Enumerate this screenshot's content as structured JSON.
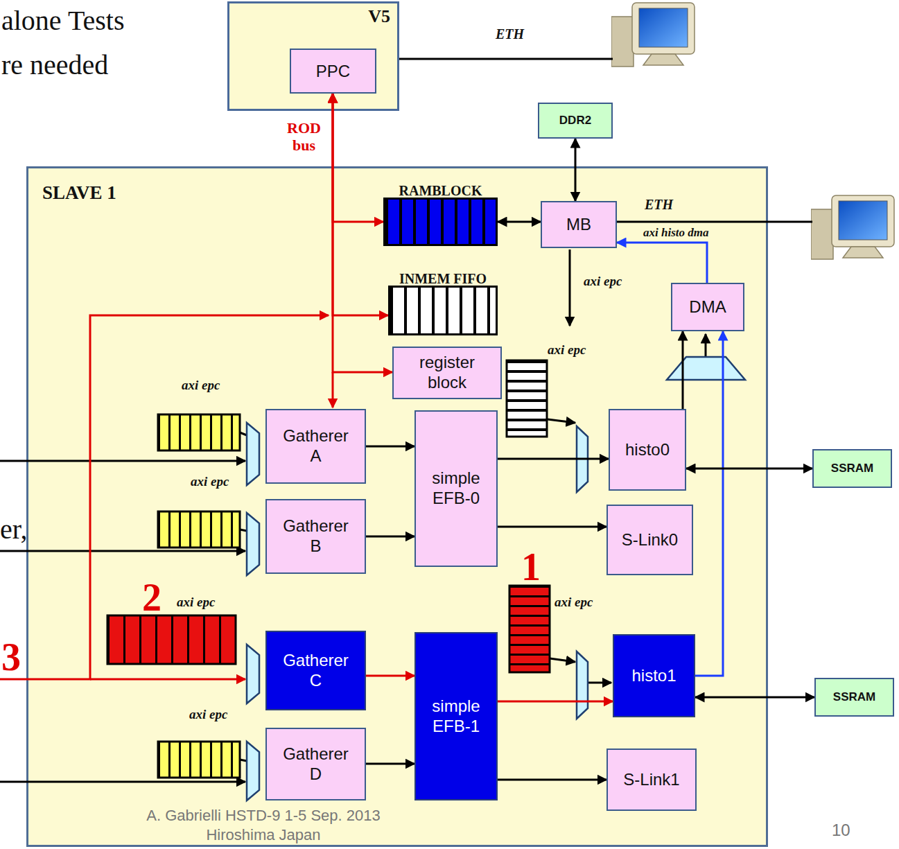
{
  "diagram": {
    "nodes": [
      {
        "text": [
          "V5"
        ]
      },
      {
        "text": [
          "PPC"
        ],
        "in": 0
      },
      {
        "text": [
          "DDR2"
        ]
      },
      {
        "text": [
          "SLAVE 1"
        ]
      },
      {
        "text": [
          "RAMBLOCK"
        ],
        "in": 3
      },
      {
        "text": [
          "MB"
        ],
        "in": 3
      },
      {
        "text": [
          "INMEM FIFO"
        ],
        "in": 3
      },
      {
        "text": [
          "DMA"
        ],
        "in": 3
      },
      {
        "text": [
          "register block"
        ],
        "in": 3
      },
      {
        "text": [
          "Gatherer A"
        ],
        "in": 3
      },
      {
        "text": [
          "simple EFB-0"
        ],
        "in": 3
      },
      {
        "text": [
          "histo0"
        ],
        "in": 3
      },
      {
        "text": [
          "Gatherer B"
        ],
        "in": 3
      },
      {
        "text": [
          "S-Link0"
        ],
        "in": 3
      },
      {
        "text": [
          "Gatherer C"
        ],
        "in": 3
      },
      {
        "text": [
          "simple EFB-1"
        ],
        "in": 3
      },
      {
        "text": [
          "histo1"
        ],
        "in": 3
      },
      {
        "text": [
          "Gatherer D"
        ],
        "in": 3
      },
      {
        "text": [
          "S-Link1"
        ],
        "in": 3
      },
      {
        "text": [
          "SSRAM"
        ]
      },
      {
        "text": [
          "SSRAM"
        ]
      }
    ],
    "edges": [
      {
        "from": 1,
        "to": 4,
        "arrow": "both"
      },
      {
        "from": 1,
        "to": 6,
        "arrow": "both"
      },
      {
        "from": 1,
        "to": 8,
        "arrow": "both"
      },
      {
        "from": 2,
        "to": 5,
        "arrow": "both"
      },
      {
        "from": 4,
        "to": 5,
        "arrow": "both"
      },
      {
        "from": 7,
        "to": 5,
        "label": "axi histo dma",
        "arrow": "to"
      },
      {
        "from": 9,
        "to": 10,
        "arrow": "to"
      },
      {
        "from": 12,
        "to": 10,
        "arrow": "to"
      },
      {
        "from": 14,
        "to": 15,
        "arrow": "to"
      },
      {
        "from": 17,
        "to": 15,
        "arrow": "to"
      },
      {
        "from": 10,
        "to": 11,
        "arrow": "to"
      },
      {
        "from": 10,
        "to": 13,
        "arrow": "to"
      },
      {
        "from": 15,
        "to": 16,
        "arrow": "to"
      },
      {
        "from": 15,
        "to": 18,
        "arrow": "to"
      },
      {
        "from": 11,
        "to": 7,
        "arrow": "to"
      },
      {
        "from": 16,
        "to": 7,
        "arrow": "to"
      },
      {
        "from": 11,
        "to": 19,
        "arrow": "both"
      },
      {
        "from": 16,
        "to": 20,
        "arrow": "both"
      }
    ],
    "labels": [
      "alone Tests",
      "re needed",
      "ETH",
      "ROD bus",
      "ETH",
      "axi epc",
      "axi epc",
      "axi epc",
      "axi epc",
      "er,",
      "2",
      "axi epc",
      "1",
      "axi epc",
      "3",
      "axi epc",
      "A. Gabrielli HSTD-9 1-5 Sep. 2013 Hiroshima Japan",
      "10"
    ]
  }
}
